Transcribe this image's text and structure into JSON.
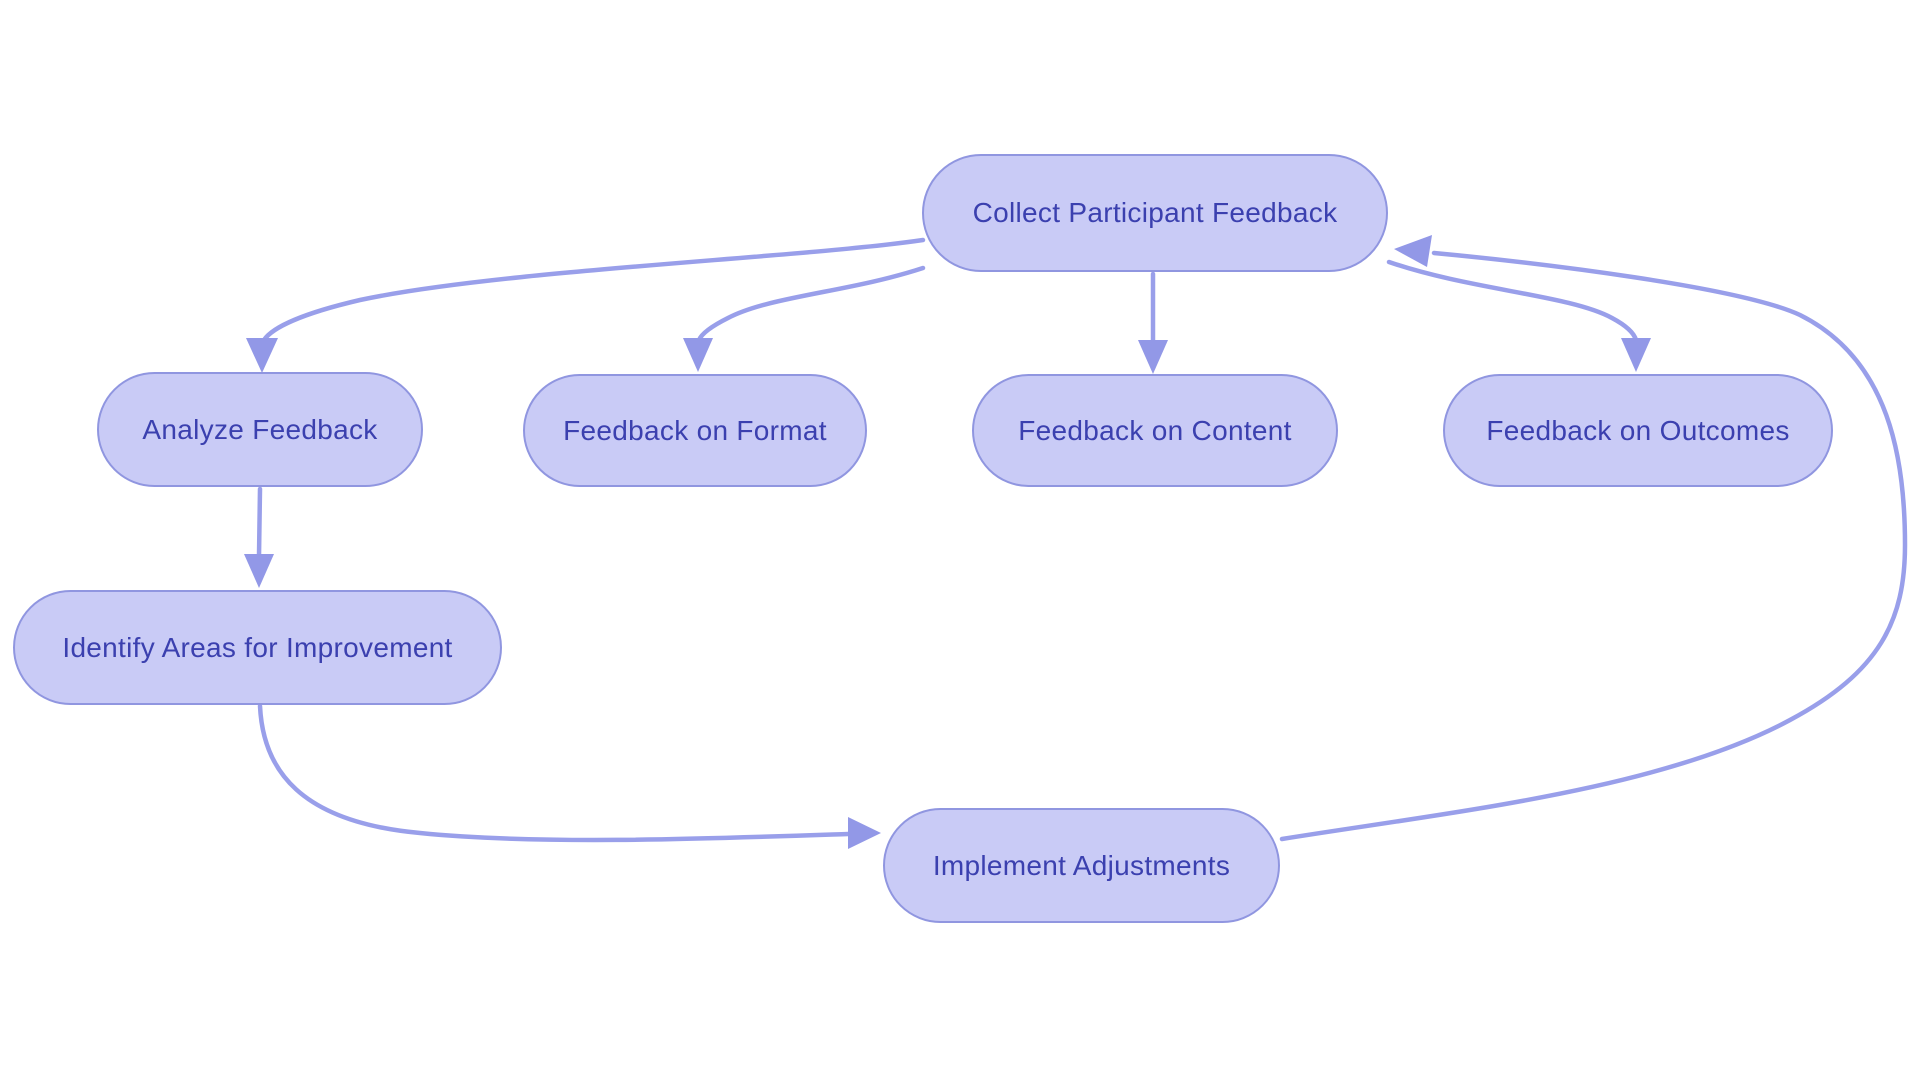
{
  "diagram": {
    "type": "flowchart",
    "background_color": "#ffffff",
    "colors": {
      "node_fill": "#c9cbf6",
      "node_border": "#9096e0",
      "node_text": "#3b40af",
      "edge": "#999fea",
      "arrowhead": "#9298e7"
    },
    "nodes": [
      {
        "id": "collect",
        "label": "Collect Participant Feedback"
      },
      {
        "id": "analyze",
        "label": "Analyze Feedback"
      },
      {
        "id": "format",
        "label": "Feedback on Format"
      },
      {
        "id": "content",
        "label": "Feedback on Content"
      },
      {
        "id": "outcomes",
        "label": "Feedback on Outcomes"
      },
      {
        "id": "identify",
        "label": "Identify Areas for Improvement"
      },
      {
        "id": "implement",
        "label": "Implement Adjustments"
      }
    ],
    "edges": [
      {
        "from": "Collect Participant Feedback",
        "to": "Analyze Feedback"
      },
      {
        "from": "Collect Participant Feedback",
        "to": "Feedback on Format"
      },
      {
        "from": "Collect Participant Feedback",
        "to": "Feedback on Content"
      },
      {
        "from": "Collect Participant Feedback",
        "to": "Feedback on Outcomes"
      },
      {
        "from": "Analyze Feedback",
        "to": "Identify Areas for Improvement"
      },
      {
        "from": "Identify Areas for Improvement",
        "to": "Implement Adjustments"
      },
      {
        "from": "Implement Adjustments",
        "to": "Collect Participant Feedback"
      }
    ]
  }
}
